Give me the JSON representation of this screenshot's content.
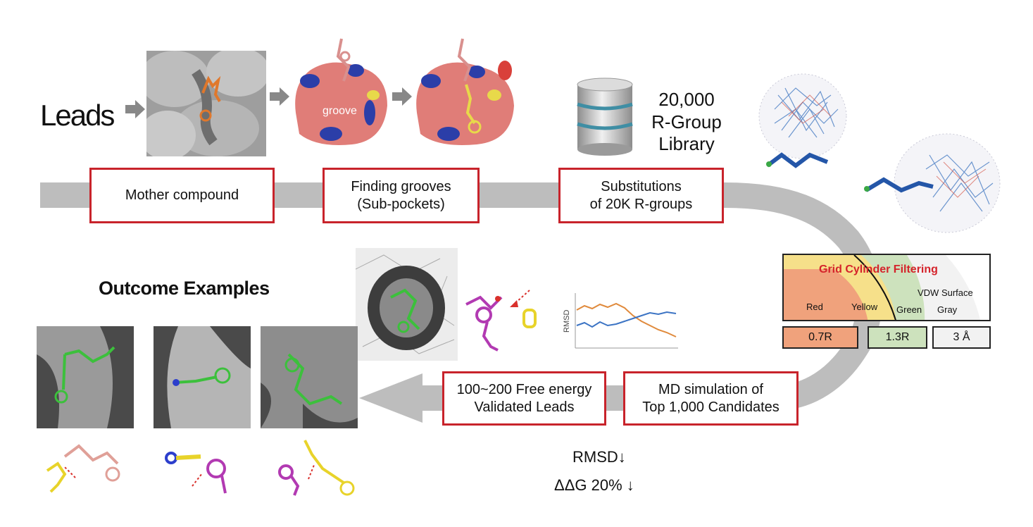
{
  "leads_label": "Leads",
  "outcome_title": "Outcome Examples",
  "groove_label": "groove",
  "library": {
    "line1": "20,000",
    "line2": "R-Group",
    "line3": "Library"
  },
  "steps": [
    {
      "label": "Mother compound"
    },
    {
      "label": "Finding grooves\n(Sub-pockets)"
    },
    {
      "label": "Substitutions\nof  20K R-groups"
    },
    {
      "label": "MD simulation of\nTop 1,000 Candidates"
    },
    {
      "label": "100~200 Free energy\nValidated Leads"
    }
  ],
  "grid_filter": {
    "title": "Grid Cylinder Filtering",
    "zone_labels": {
      "red": "Red",
      "yellow": "Yellow",
      "green": "Green",
      "gray": "Gray",
      "surface": "VDW Surface"
    },
    "values": {
      "red": "0.7R",
      "green": "1.3R",
      "gray": "3 Å"
    },
    "colors": {
      "red": "#f0a27c",
      "yellow": "#f6e08a",
      "green": "#cde2bd",
      "gray": "#f2f2f2"
    }
  },
  "rmsd_axis_label": "RMSD",
  "metrics": {
    "rmsd": "RMSD↓",
    "ddg": "ΔΔG 20% ↓"
  },
  "colors": {
    "accent_red": "#c8232b",
    "flow_gray": "#bdbdbd"
  }
}
